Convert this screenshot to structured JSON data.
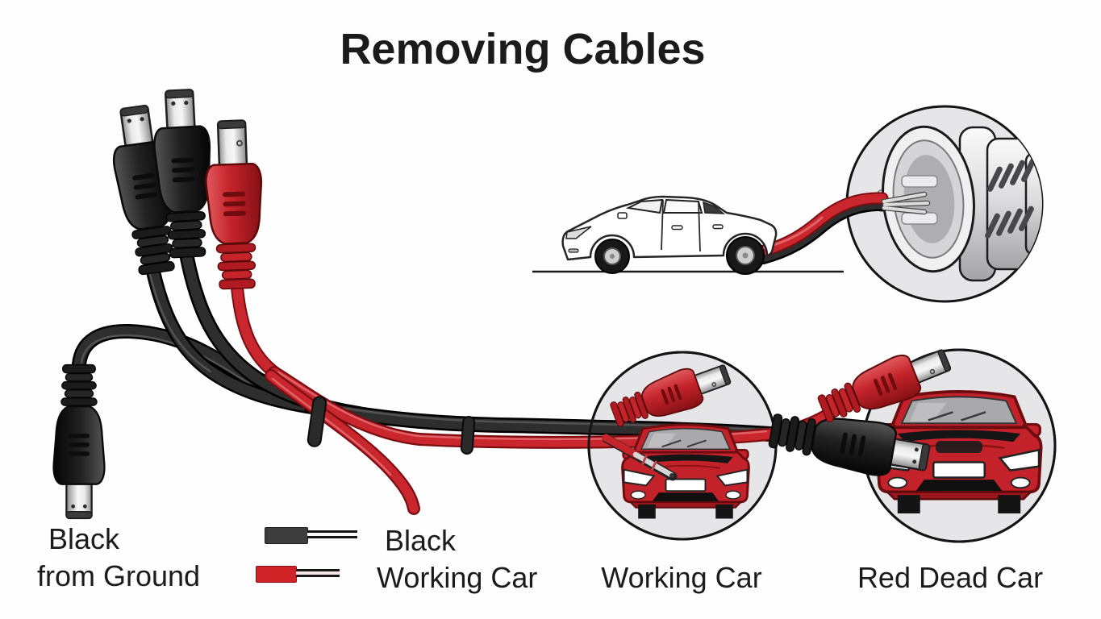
{
  "title": "Removing Cables",
  "ground_connector_label": {
    "line1": "Black",
    "line2": "from Ground"
  },
  "legend": {
    "items": [
      {
        "name": "black-cable",
        "label": "Black",
        "swatch_color": "#3d3d3d"
      },
      {
        "name": "red-cable",
        "label": "Working Car",
        "swatch_color": "#cf2328"
      }
    ]
  },
  "insets": [
    {
      "name": "connector-closeup",
      "label": "",
      "icon": "connector-socket-closeup-icon"
    },
    {
      "name": "working-car",
      "label": "Working Car",
      "icon": "red-car-front-icon"
    },
    {
      "name": "dead-car",
      "label": "Red Dead Car",
      "icon": "red-car-front-icon"
    }
  ],
  "illustrations": {
    "plugs": [
      "black-plug",
      "black-plug",
      "red-plug",
      "ground-black-plug"
    ],
    "vehicle": "white-sedan-side-view",
    "cable_ties": 2
  },
  "colors": {
    "background": "#ffffff",
    "cable_black": "#2e2e2e",
    "cable_red": "#c5242b",
    "silver_tip": "#e8e8e8",
    "inset_circle_fill": "#e6e6e8",
    "inset_circle_stroke": "#141414",
    "car_red": "#c4222a",
    "car_white": "#ffffff",
    "text": "#1b1b1b"
  }
}
